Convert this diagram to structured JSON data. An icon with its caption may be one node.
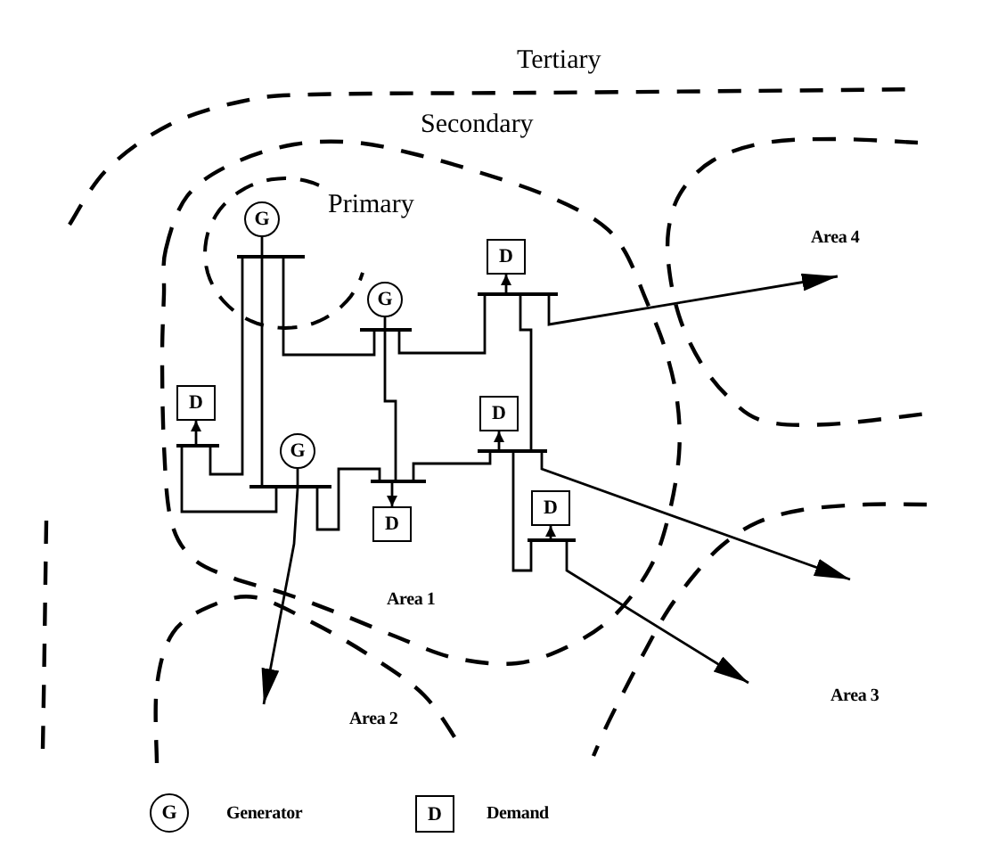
{
  "diagram": {
    "nodes": [
      {
        "text": [
          "G"
        ]
      },
      {
        "text": [],
        "shape": "bar"
      },
      {
        "text": [
          "D"
        ]
      },
      {
        "text": [
          "G"
        ]
      },
      {
        "text": [],
        "shape": "bar"
      },
      {
        "text": [],
        "shape": "bar"
      },
      {
        "text": [
          "D"
        ]
      },
      {
        "text": [
          "D"
        ]
      },
      {
        "text": [],
        "shape": "bar"
      },
      {
        "text": [
          "G"
        ]
      },
      {
        "text": [],
        "shape": "bar"
      },
      {
        "text": [],
        "shape": "bar"
      },
      {
        "text": [],
        "shape": "bar"
      },
      {
        "text": [
          "D"
        ]
      },
      {
        "text": [
          "D"
        ]
      },
      {
        "text": [],
        "shape": "bar"
      }
    ],
    "edges": [
      {
        "from": 0,
        "to": 1,
        "arrow": "none"
      },
      {
        "from": 3,
        "to": 5,
        "arrow": "none"
      },
      {
        "from": 9,
        "to": 12,
        "arrow": "none"
      },
      {
        "from": 1,
        "to": 5,
        "arrow": "none"
      },
      {
        "from": 1,
        "to": 8,
        "arrow": "none"
      },
      {
        "from": 1,
        "to": 12,
        "arrow": "none"
      },
      {
        "from": 5,
        "to": 4,
        "arrow": "none"
      },
      {
        "from": 5,
        "to": 11,
        "arrow": "none"
      },
      {
        "from": 4,
        "to": 2,
        "arrow": "to"
      },
      {
        "from": 4,
        "to": 10,
        "arrow": "none"
      },
      {
        "from": 4,
        "to": null,
        "arrow": "to"
      },
      {
        "from": 8,
        "to": 6,
        "arrow": "to"
      },
      {
        "from": 8,
        "to": 12,
        "arrow": "none"
      },
      {
        "from": 12,
        "to": 11,
        "arrow": "none"
      },
      {
        "from": 12,
        "to": null,
        "arrow": "to"
      },
      {
        "from": 11,
        "to": 14,
        "arrow": "to"
      },
      {
        "from": 11,
        "to": 10,
        "arrow": "none"
      },
      {
        "from": 10,
        "to": 7,
        "arrow": "to"
      },
      {
        "from": 10,
        "to": 15,
        "arrow": "none"
      },
      {
        "from": 10,
        "to": null,
        "arrow": "to"
      },
      {
        "from": 15,
        "to": 13,
        "arrow": "to"
      },
      {
        "from": 15,
        "to": null,
        "arrow": "to"
      }
    ],
    "labels": [
      "Tertiary",
      "Secondary",
      "Primary",
      "Area 4",
      "Area 1",
      "Area 3",
      "Area 2",
      "G",
      "D"
    ],
    "legend": [
      {
        "text": "Generator"
      },
      {
        "text": "Demand"
      }
    ]
  }
}
